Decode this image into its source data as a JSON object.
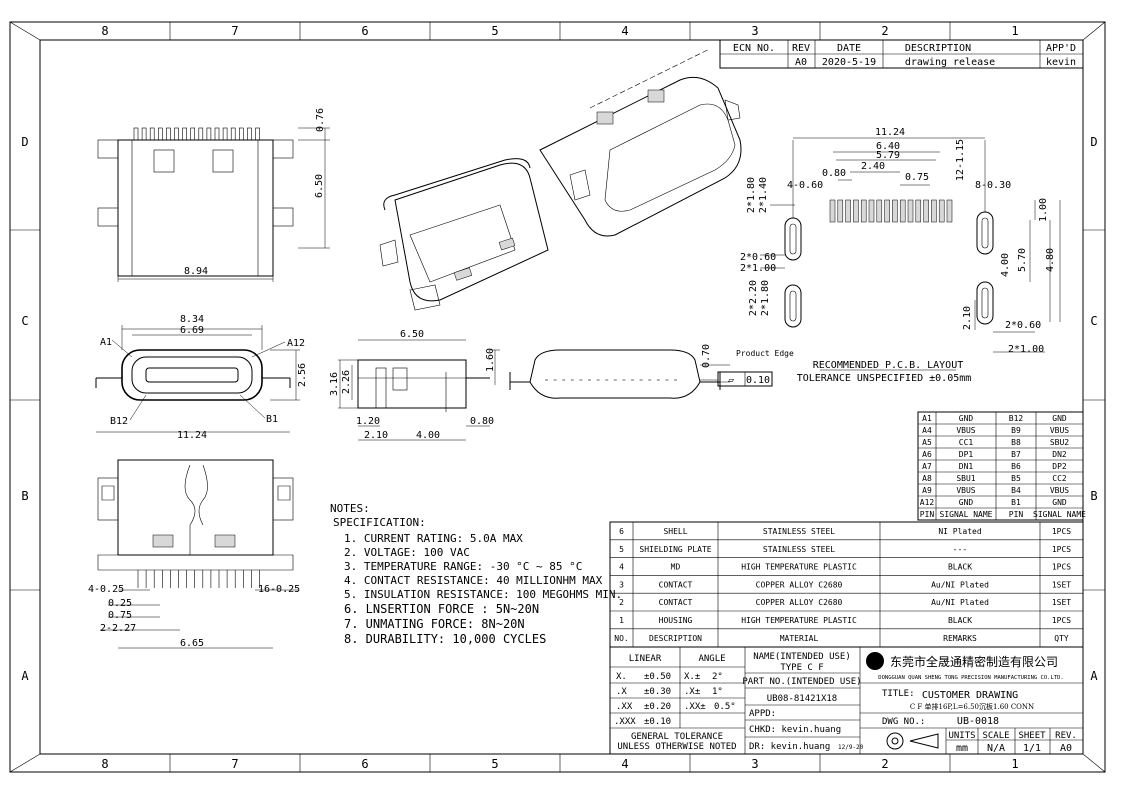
{
  "zones": {
    "cols": [
      "8",
      "7",
      "6",
      "5",
      "4",
      "3",
      "2",
      "1"
    ],
    "rows": [
      "D",
      "C",
      "B",
      "A"
    ]
  },
  "revision": {
    "headers": [
      "ECN NO.",
      "REV",
      "DATE",
      "DESCRIPTION",
      "APP'D"
    ],
    "row": [
      "",
      "A0",
      "2020-5-19",
      "drawing release",
      "kevin"
    ]
  },
  "dims": {
    "top_h1": "0.76",
    "top_h2": "6.50",
    "top_w": "8.94",
    "front_w1": "8.34",
    "front_w2": "6.69",
    "front_h": "2.56",
    "front_w3": "11.24",
    "pin_a1": "A1",
    "pin_a12": "A12",
    "pin_b12": "B12",
    "pin_b1": "B1",
    "side_w": "6.50",
    "side_h1": "3.16",
    "side_h2": "2.26",
    "side_b1": "1.20",
    "side_b2": "2.10",
    "side_b3": "4.00",
    "side_b4": "0.80",
    "edge_h1": "1.60",
    "edge_h2": "0.70",
    "edge_label": "Product Edge",
    "flat_sym": "▱",
    "flat_val": "0.10",
    "bot_a": "4-0.25",
    "bot_b": "0.25",
    "bot_c": "0.75",
    "bot_d": "2-2.27",
    "bot_e": "16-0.25",
    "bot_w": "6.65"
  },
  "pcb": {
    "d_1124": "11.24",
    "d_640": "6.40",
    "d_579": "5.79",
    "d_240": "2.40",
    "d_080": "0.80",
    "d_075": "0.75",
    "d_4_060": "4-0.60",
    "d_12_115": "12-1.15",
    "d_8_030": "8-0.30",
    "d_2_180": "2*1.80",
    "d_2_140": "2*1.40",
    "d_2_060a": "2*0.60",
    "d_2_100a": "2*1.00",
    "d_2_220": "2*2.20",
    "d_2_180b": "2*1.80",
    "d_100": "1.00",
    "d_400": "4.00",
    "d_570": "5.70",
    "d_480": "4.80",
    "d_210": "2.10",
    "d_2_060b": "2*0.60",
    "d_2_100b": "2*1.00",
    "title": "RECOMMENDED  P.C.B. LAYOUT",
    "tolerance": "TOLERANCE UNSPECIFIED ±0.05mm"
  },
  "pin_table": {
    "rows": [
      [
        "A1",
        "GND",
        "B12",
        "GND"
      ],
      [
        "A4",
        "VBUS",
        "B9",
        "VBUS"
      ],
      [
        "A5",
        "CC1",
        "B8",
        "SBU2"
      ],
      [
        "A6",
        "DP1",
        "B7",
        "DN2"
      ],
      [
        "A7",
        "DN1",
        "B6",
        "DP2"
      ],
      [
        "A8",
        "SBU1",
        "B5",
        "CC2"
      ],
      [
        "A9",
        "VBUS",
        "B4",
        "VBUS"
      ],
      [
        "A12",
        "GND",
        "B1",
        "GND"
      ]
    ],
    "header": [
      "PIN",
      "SIGNAL NAME",
      "PIN",
      "SIGNAL NAME"
    ]
  },
  "notes": {
    "title": "NOTES:",
    "spec": "SPECIFICATION:",
    "items": [
      "1. CURRENT RATING: 5.0A MAX",
      "2. VOLTAGE: 100 VAC",
      "3. TEMPERATURE RANGE: -30 °C ~ 85 °C",
      "4. CONTACT RESISTANCE: 40 MILLIONHM MAX",
      "5. INSULATION RESISTANCE: 100 MEGOHMS MIN.",
      "6. LNSERTION FORCE : 5N~20N",
      "7. UNMATING FORCE: 8N~20N",
      "8. DURABILITY:   10,000 CYCLES"
    ]
  },
  "bom": {
    "rows": [
      [
        "6",
        "SHELL",
        "STAINLESS STEEL",
        "NI Plated",
        "1PCS"
      ],
      [
        "5",
        "SHIELDING PLATE",
        "STAINLESS STEEL",
        "---",
        "1PCS"
      ],
      [
        "4",
        "MD",
        "HIGH TEMPERATURE PLASTIC",
        "BLACK",
        "1PCS"
      ],
      [
        "3",
        "CONTACT",
        "COPPER ALLOY C2680",
        "Au/NI Plated",
        "1SET"
      ],
      [
        "2",
        "CONTACT",
        "COPPER ALLOY C2680",
        "Au/NI Plated",
        "1SET"
      ],
      [
        "1",
        "HOUSING",
        "HIGH TEMPERATURE PLASTIC",
        "BLACK",
        "1PCS"
      ]
    ],
    "header": [
      "NO.",
      "DESCRIPTION",
      "MATERIAL",
      "REMARKS",
      "QTY"
    ]
  },
  "titleblock": {
    "linear": "LINEAR",
    "angle": "ANGLE",
    "tol": [
      [
        "X.",
        "±0.50",
        "X.±",
        "2°"
      ],
      [
        ".X",
        "±0.30",
        ".X±",
        "1°"
      ],
      [
        ".XX",
        "±0.20",
        ".XX±",
        "0.5°"
      ],
      [
        ".XXX",
        "±0.10",
        "",
        ""
      ]
    ],
    "general1": "GENERAL  TOLERANCE",
    "general2": "UNLESS OTHERWISE NOTED",
    "name_label": "NAME(INTENDED USE)",
    "name_val": "TYPE C F",
    "part_label": "PART NO.(INTENDED USE)",
    "part_val": "UB08-81421X18",
    "appd": "APPD:",
    "chkd": "CHKD:  kevin.huang",
    "dr": "DR:   kevin.huang",
    "dr_date": "12/9-20",
    "company_cn": "东莞市全晟通精密制造有限公司",
    "company_en": "DONGGUAN QUAN SHENG TONG PRECISION MANUFACTURING CO.LTD.",
    "title_label": "TITLE:",
    "title_val": "CUSTOMER DRAWING",
    "subtitle": "C F 单排16P,L=6.50沉板1.60 CONN",
    "dwg_label": "DWG NO.:",
    "dwg_val": "UB-0018",
    "units_h": "UNITS",
    "scale_h": "SCALE",
    "sheet_h": "SHEET",
    "rev_h": "REV.",
    "units_v": "mm",
    "scale_v": "N/A",
    "sheet_v": "1/1",
    "rev_v": "A0"
  }
}
